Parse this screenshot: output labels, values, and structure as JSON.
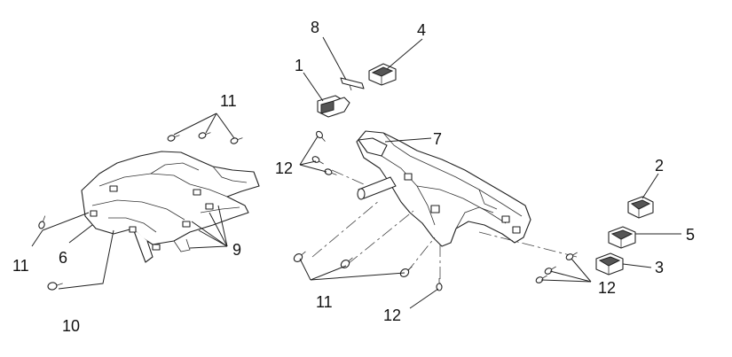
{
  "callouts": {
    "c1": "1",
    "c2": "2",
    "c3": "3",
    "c4": "4",
    "c5": "5",
    "c6": "6",
    "c7": "7",
    "c8": "8",
    "c9": "9",
    "c10": "10",
    "c11_top": "11",
    "c11_left": "11",
    "c11_bottom": "11",
    "c12_left": "12",
    "c12_right": "12",
    "c12_bottom": "12"
  },
  "colors": {
    "line": "#222222",
    "background": "#ffffff"
  }
}
